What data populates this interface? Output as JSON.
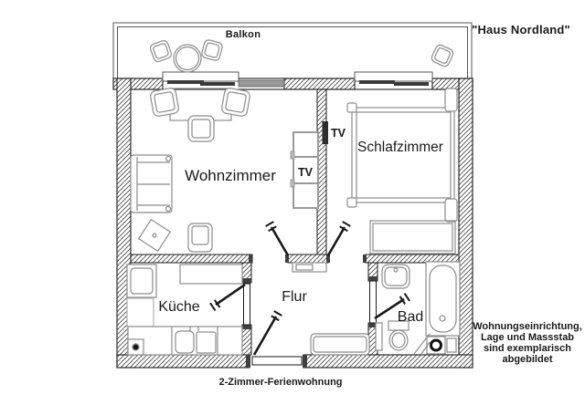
{
  "labels": {
    "house": "\"Haus Nordland\"",
    "balcony": "Balkon",
    "living": "Wohnzimmer",
    "bedroom": "Schlafzimmer",
    "kitchen": "Küche",
    "hall": "Flur",
    "bath": "Bad",
    "tv_wall": "TV",
    "tv_board": "TV",
    "caption": "2-Zimmer-Ferienwohnung",
    "disclaimer": [
      "Wohnungseinrichtung,",
      "Lage und Massstab",
      "sind exemplarisch",
      "abgebildet"
    ]
  },
  "colors": {
    "wall_line": "#1c1c1c",
    "hatch_line": "#4a4a4a",
    "furniture_line": "#8c8c8c",
    "window_bar": "#3a3a3a",
    "window_gray": "#9b9b9b",
    "background": "#ffffff"
  }
}
